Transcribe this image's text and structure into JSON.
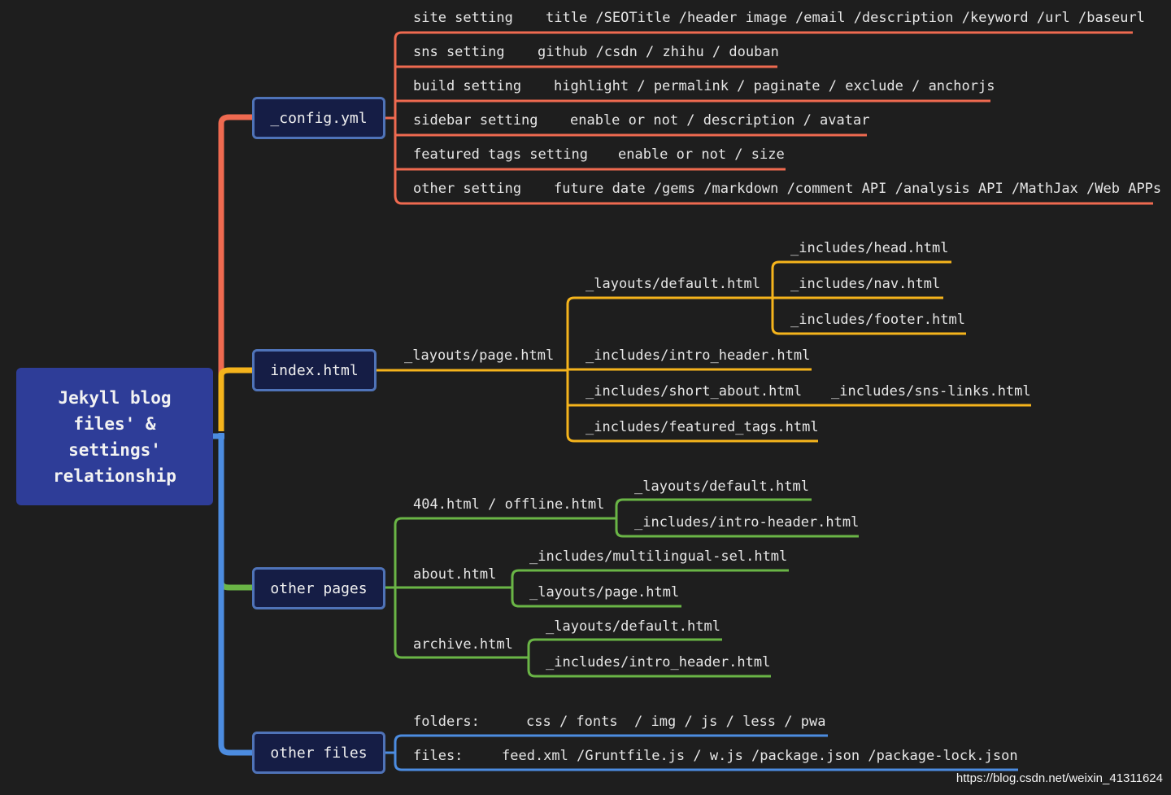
{
  "root": {
    "title": "Jekyll blog files' & settings' relationship"
  },
  "colors": {
    "config": "#ef6a50",
    "index": "#f5b41c",
    "pages": "#6ab546",
    "files": "#4c8ce0",
    "root_fill": "#2e3d98",
    "box_fill": "#151d45",
    "box_border": "#4f73b8",
    "background": "#1e1e1e"
  },
  "config": {
    "label": "_config.yml",
    "items": [
      {
        "name": "site setting",
        "value": "title /SEOTitle /header image /email /description /keyword /url /baseurl"
      },
      {
        "name": "sns setting",
        "value": "github /csdn / zhihu / douban"
      },
      {
        "name": "build setting",
        "value": "highlight / permalink / paginate / exclude / anchorjs"
      },
      {
        "name": "sidebar setting",
        "value": "enable or not / description / avatar"
      },
      {
        "name": "featured tags setting",
        "value": "enable or not / size"
      },
      {
        "name": "other setting",
        "value": "future date /gems /markdown /comment API /analysis API /MathJax /Web APPs"
      }
    ]
  },
  "index": {
    "label": "index.html",
    "page_layout": "_layouts/page.html",
    "default_layout": "_layouts/default.html",
    "default_children": [
      "_includes/head.html",
      "_includes/nav.html",
      "_includes/footer.html"
    ],
    "intro_header": "_includes/intro_header.html",
    "short_about": "_includes/short_about.html",
    "sns_links": "_includes/sns-links.html",
    "featured_tags": "_includes/featured_tags.html"
  },
  "pages": {
    "label": "other pages",
    "p404": {
      "name": "404.html / offline.html",
      "children": [
        "_layouts/default.html",
        "_includes/intro-header.html"
      ]
    },
    "about": {
      "name": "about.html",
      "children": [
        "_includes/multilingual-sel.html",
        "_layouts/page.html"
      ]
    },
    "archive": {
      "name": "archive.html",
      "children": [
        "_layouts/default.html",
        "_includes/intro_header.html"
      ]
    }
  },
  "files": {
    "label": "other files",
    "folders_label": "folders:",
    "folders_value": "css / fonts  / img / js / less / pwa",
    "files_label": "files:",
    "files_value": "feed.xml /Gruntfile.js / w.js /package.json /package-lock.json"
  },
  "watermark": "https://blog.csdn.net/weixin_41311624"
}
